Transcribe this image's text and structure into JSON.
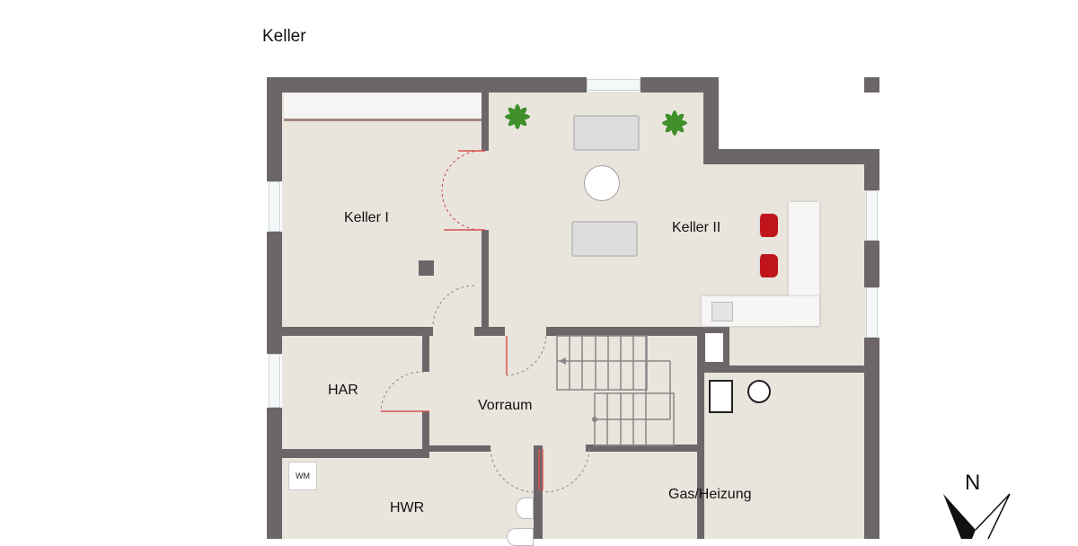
{
  "plan": {
    "title": "Keller",
    "rooms": [
      {
        "name": "Keller I"
      },
      {
        "name": "Keller II"
      },
      {
        "name": "HAR"
      },
      {
        "name": "Vorraum"
      },
      {
        "name": "HWR"
      },
      {
        "name": "Gas/Heizung"
      }
    ],
    "fixtures": {
      "washing_machine": "WM"
    },
    "compass": {
      "label": "N"
    }
  },
  "colors": {
    "wall": "#6d6668",
    "floor": "#e9e5dd",
    "door_leaf": "#d9534f",
    "chair": "#c0141c",
    "plant": "#3f8f2a"
  }
}
